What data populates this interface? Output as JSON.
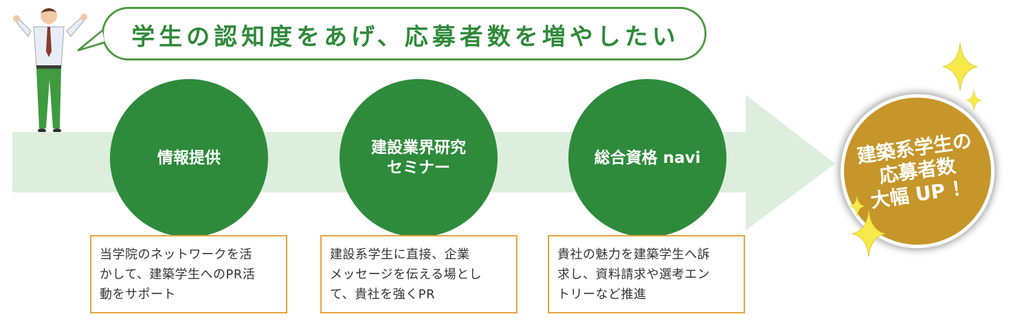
{
  "bubble": {
    "text": "学生の認知度をあげ、応募者数を増やしたい"
  },
  "steps": [
    {
      "circle_label": "情報提供",
      "description": "当学院のネットワークを活\nかして、建築学生へのPR活\n動をサポート"
    },
    {
      "circle_label": "建設業界研究\nセミナー",
      "description": "建設系学生に直接、企業\nメッセージを伝える場とし\nて、貴社を強くPR"
    },
    {
      "circle_label": "総合資格 navi",
      "description": "貴社の魅力を建築学生へ訴\n求し、資料請求や選考エン\nトリーなど推進"
    }
  ],
  "result": {
    "text": "建築系学生の\n応募者数\n大幅 UP ！"
  },
  "colors": {
    "green_dark": "#2e8b3b",
    "green_arrow": "#ddeedd",
    "bubble_border": "#4f9a43",
    "desc_border": "#e6a43c",
    "gold": "#c6962b",
    "sparkle": "#f7e94a"
  },
  "icons": [
    "person-illustration",
    "sparkle-icon"
  ]
}
